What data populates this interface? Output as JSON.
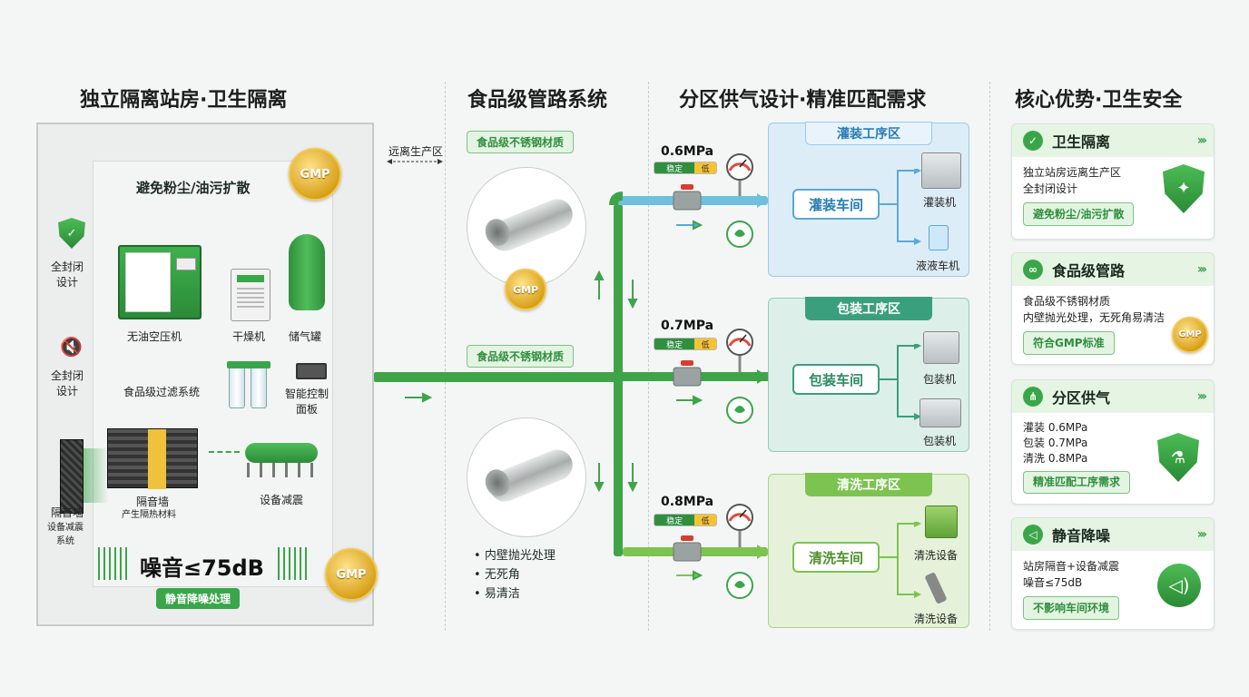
{
  "sections": {
    "s1_title": "独立隔离站房·卫生隔离",
    "s2_title": "食品级管路系统",
    "s3_title": "分区供气设计·精准匹配需求",
    "s4_title": "核心优势·卫生安全"
  },
  "room": {
    "avoid_text": "避免粉尘/油污扩散",
    "far_label": "远离生产区",
    "sealed_label_1": "全封闭\n设计",
    "sealed_label_2": "全封闭\n设计",
    "compressor": "无油空压机",
    "dryer": "干燥机",
    "tank": "储气罐",
    "filter": "食品级过滤系统",
    "panel": "智能控制\n面板",
    "wall_label": "隔音墙",
    "wall_sub": "设备减震\n系统",
    "material_label": "隔音墙",
    "material_sub": "产生隔热材料",
    "damping": "设备减震",
    "noise": "噪音≤75dB",
    "noise_pill": "静音降噪处理",
    "gmp": "GMP"
  },
  "pipes": {
    "tag_top": "食品级不锈钢材质",
    "tag_mid": "食品级不锈钢材质",
    "bullets": [
      "内壁抛光处理",
      "无死角",
      "易清洁"
    ],
    "gmp": "GMP"
  },
  "zones": [
    {
      "pressure": "0.6MPa",
      "gauge_left": "稳定",
      "gauge_right": "低",
      "head": "灌装工序区",
      "workshop": "灌装车间",
      "machine1": "灌装机",
      "machine2": "液液车机"
    },
    {
      "pressure": "0.7MPa",
      "gauge_left": "稳定",
      "gauge_right": "低",
      "head": "包装工序区",
      "workshop": "包装车间",
      "machine1": "包装机",
      "machine2": "包装机"
    },
    {
      "pressure": "0.8MPa",
      "gauge_left": "稳定",
      "gauge_right": "低",
      "head": "清洗工序区",
      "workshop": "清洗车间",
      "machine1": "清洗设备",
      "machine2": "清洗设备"
    }
  ],
  "cards": [
    {
      "title": "卫生隔离",
      "lines": [
        "独立站房远离生产区",
        "全封闭设计"
      ],
      "pill": "避免粉尘/油污扩散"
    },
    {
      "title": "食品级管路",
      "lines": [
        "食品级不锈钢材质",
        "内壁抛光处理，无死角易清洁"
      ],
      "pill": "符合GMP标准"
    },
    {
      "title": "分区供气",
      "lines": [
        "灌装 0.6MPa",
        "包装 0.7MPa",
        "清洗 0.8MPa"
      ],
      "pill": "精准匹配工序需求"
    },
    {
      "title": "静音降噪",
      "lines": [
        "站房隔音+设备减震",
        "噪音≤75dB"
      ],
      "pill": "不影响车间环境"
    }
  ],
  "colors": {
    "primary_green": "#3aa64a",
    "pipe_green": "#45a94d",
    "blue_zone": "#dcedf8",
    "teal_zone": "#dcefe8",
    "light_green_zone": "#e5f2d9",
    "gold": "#d9a21c"
  }
}
